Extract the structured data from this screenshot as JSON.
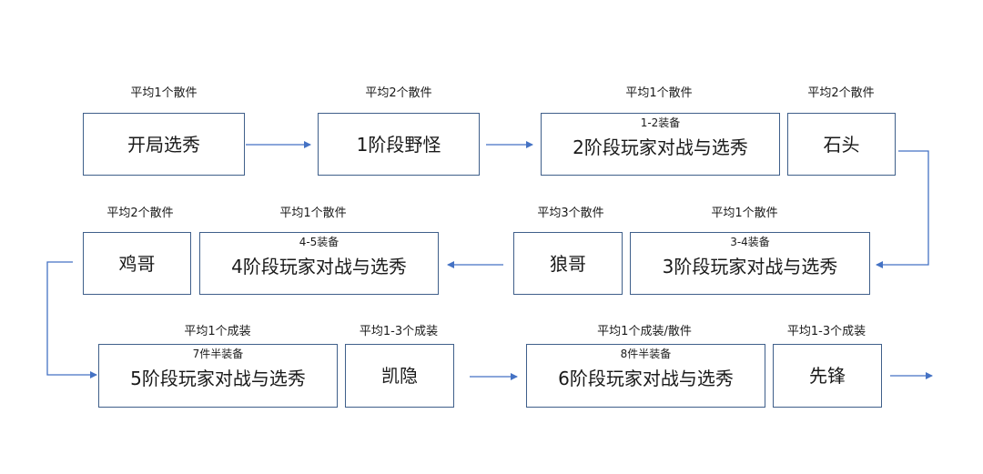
{
  "nodes": {
    "open_draft": {
      "title": "开局选秀",
      "caption": "平均1个散件"
    },
    "stage1": {
      "title": "1阶段野怪",
      "caption": "平均2个散件"
    },
    "stage2": {
      "title": "2阶段玩家对战与选秀",
      "sub": "1-2装备",
      "caption": "平均1个散件"
    },
    "stone": {
      "title": "石头",
      "caption": "平均2个散件"
    },
    "stage3": {
      "title": "3阶段玩家对战与选秀",
      "sub": "3-4装备",
      "caption": "平均1个散件"
    },
    "wolf": {
      "title": "狼哥",
      "caption": "平均3个散件"
    },
    "stage4": {
      "title": "4阶段玩家对战与选秀",
      "sub": "4-5装备",
      "caption": "平均1个散件"
    },
    "chicken": {
      "title": "鸡哥",
      "caption": "平均2个散件"
    },
    "stage5": {
      "title": "5阶段玩家对战与选秀",
      "sub": "7件半装备",
      "caption": "平均1个成装"
    },
    "kaiyin": {
      "title": "凯隐",
      "caption": "平均1-3个成装"
    },
    "stage6": {
      "title": "6阶段玩家对战与选秀",
      "sub": "8件半装备",
      "caption": "平均1个成装/散件"
    },
    "vanguard": {
      "title": "先锋",
      "caption": "平均1-3个成装"
    }
  }
}
